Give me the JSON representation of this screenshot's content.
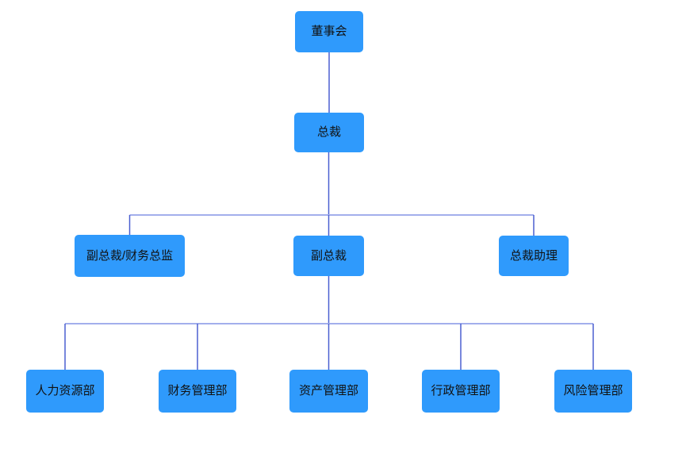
{
  "diagram": {
    "type": "org-chart",
    "background_color": "#ffffff",
    "colors": {
      "node_fill": "#2F9AFC",
      "node_text": "#111111",
      "connector_vertical": "#4A5FD0",
      "connector_horizontal": "#A3AFEC"
    },
    "nodes": [
      {
        "id": "board",
        "label": "董事会",
        "level": 1,
        "parent": null
      },
      {
        "id": "president",
        "label": "总裁",
        "level": 2,
        "parent": "board"
      },
      {
        "id": "vp-cfo",
        "label": "副总裁/财务总监",
        "level": 3,
        "parent": "president"
      },
      {
        "id": "vp",
        "label": "副总裁",
        "level": 3,
        "parent": "president"
      },
      {
        "id": "president-assistant",
        "label": "总裁助理",
        "level": 3,
        "parent": "president"
      },
      {
        "id": "hr-dept",
        "label": "人力资源部",
        "level": 4,
        "parent": "vp"
      },
      {
        "id": "finance-dept",
        "label": "财务管理部",
        "level": 4,
        "parent": "vp"
      },
      {
        "id": "asset-dept",
        "label": "资产管理部",
        "level": 4,
        "parent": "vp"
      },
      {
        "id": "admin-dept",
        "label": "行政管理部",
        "level": 4,
        "parent": "vp"
      },
      {
        "id": "risk-dept",
        "label": "风险管理部",
        "level": 4,
        "parent": "vp"
      }
    ]
  }
}
